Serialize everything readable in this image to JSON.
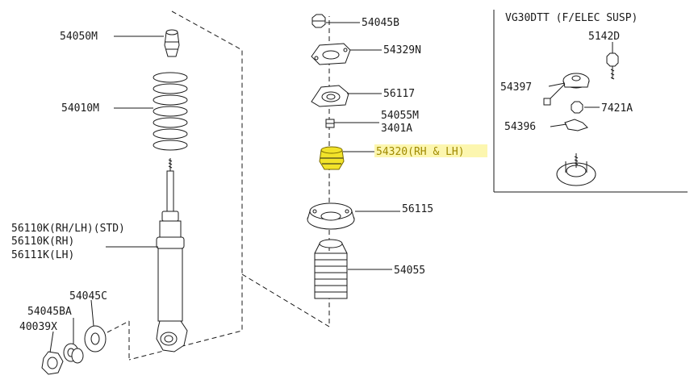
{
  "diagram": {
    "highlight_color": "#f5e51a",
    "inset_title": "VG30DTT (F/ELEC SUSP)",
    "callouts": [
      {
        "id": "p54050M",
        "text": "54050M"
      },
      {
        "id": "p54010M",
        "text": "54010M"
      },
      {
        "id": "p56110K_std",
        "text": "56110K(RH/LH)(STD)"
      },
      {
        "id": "p56110K_rh",
        "text": "56110K(RH)"
      },
      {
        "id": "p56111K_lh",
        "text": "56111K(LH)"
      },
      {
        "id": "p54045C",
        "text": "54045C"
      },
      {
        "id": "p54045BA",
        "text": "54045BA"
      },
      {
        "id": "p40039X",
        "text": "40039X"
      },
      {
        "id": "p54045B",
        "text": "54045B"
      },
      {
        "id": "p54329N",
        "text": "54329N"
      },
      {
        "id": "p56117",
        "text": "56117"
      },
      {
        "id": "p54055M",
        "text": "54055M"
      },
      {
        "id": "p3401A",
        "text": "3401A"
      },
      {
        "id": "p54320",
        "text": "54320(RH & LH)",
        "highlighted": true
      },
      {
        "id": "p56115",
        "text": "56115"
      },
      {
        "id": "p54055",
        "text": "54055"
      },
      {
        "id": "p5142D",
        "text": "5142D"
      },
      {
        "id": "p54397",
        "text": "54397"
      },
      {
        "id": "p7421A",
        "text": "7421A"
      },
      {
        "id": "p54396",
        "text": "54396"
      }
    ]
  }
}
